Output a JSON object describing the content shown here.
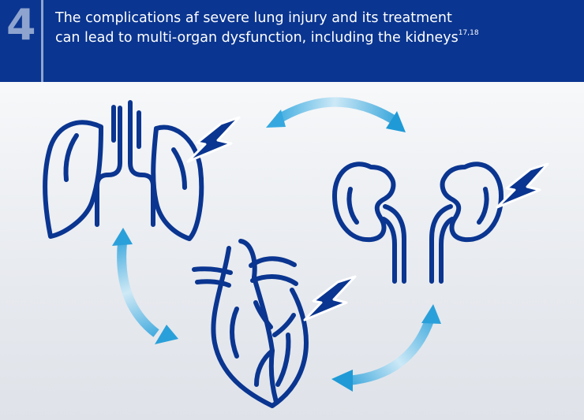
{
  "header": {
    "step_number": "4",
    "headline_line1": "The complications af severe lung injury and its treatment",
    "headline_line2": "can lead to multi-organ dysfunction, including the kidneys",
    "citation": "17,18"
  },
  "colors": {
    "header_bg": "#0a3590",
    "header_accent": "#8ea4cf",
    "organ_stroke": "#0a3590",
    "arrow_light": "#d4ecf8",
    "arrow_dark": "#1a9ad8"
  },
  "icons": {
    "lungs": "lungs-icon",
    "heart": "heart-icon",
    "kidneys": "kidneys-icon",
    "injury": "lightning-bolt-icon",
    "connection": "curved-double-arrow-icon"
  }
}
